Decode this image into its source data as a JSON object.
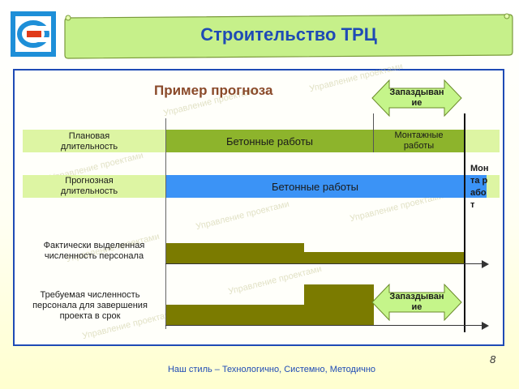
{
  "header": {
    "title": "Строительство ТРЦ"
  },
  "slide": {
    "subtitle": "Пример прогноза",
    "rows": {
      "planned_label": "Плановая длительность",
      "forecast_label": "Прогнозная длительность",
      "actual_staff_label": "Фактически выделенная численность персонала",
      "required_staff_label": "Требуемая численность персонала для завершения проекта в срок"
    },
    "bars": {
      "concrete_planned": "Бетонные работы",
      "installation_planned": "Монтажные работы",
      "concrete_forecast": "Бетонные работы",
      "installation_forecast": "Монта работ"
    },
    "callouts": {
      "delay_top": "Запаздывание",
      "delay_bottom": "Запаздывание"
    },
    "watermark": "Управление проектами",
    "page_number": "8"
  },
  "footer": {
    "tagline": "Наш стиль – Технологично, Системно, Методично"
  },
  "colors": {
    "accent_blue": "#1f4bb5",
    "green_bar": "#8db42c",
    "blue_bar": "#3b93f6",
    "olive_bar": "#7b7b00",
    "band": "#ddf5a3",
    "callout": "#c5f58a",
    "scroll": "#c6f08a",
    "subtitle": "#8a4a2a"
  }
}
